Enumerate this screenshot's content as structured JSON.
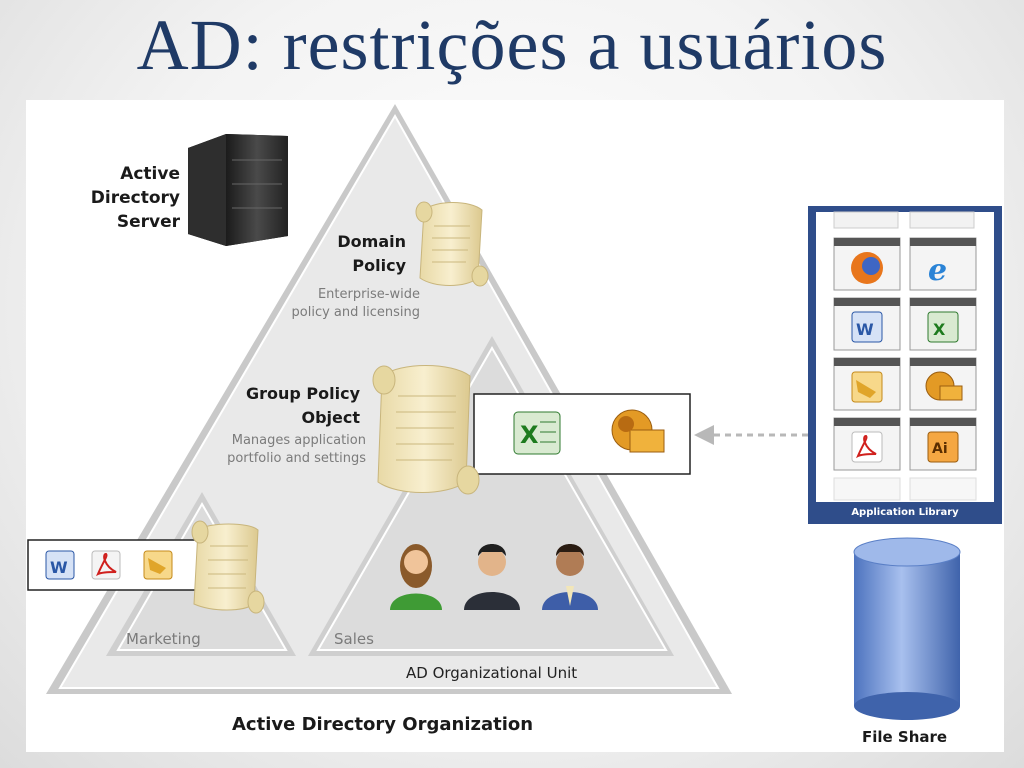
{
  "slide": {
    "title": "AD: restrições a usuários"
  },
  "server": {
    "label_line1": "Active Directory",
    "label_line2": "Server"
  },
  "domain_policy": {
    "title_line1": "Domain",
    "title_line2": "Policy",
    "desc_line1": "Enterprise-wide",
    "desc_line2": "policy and licensing"
  },
  "gpo": {
    "title_line1": "Group Policy",
    "title_line2": "Object",
    "desc_line1": "Manages application",
    "desc_line2": "portfolio and settings"
  },
  "units": {
    "marketing": "Marketing",
    "sales": "Sales",
    "ou": "AD Organizational Unit"
  },
  "organization": {
    "label": "Active Directory Organization"
  },
  "library": {
    "title": "Application Library",
    "apps": [
      "firefox-icon",
      "ie-icon",
      "word-icon",
      "excel-icon",
      "outlook-icon",
      "photo-app-icon",
      "acrobat-icon",
      "illustrator-icon"
    ],
    "illustrator_glyph": "Ai"
  },
  "storage": {
    "label": "File Share"
  },
  "gpo_apps": [
    "excel-icon",
    "photo-app-icon"
  ],
  "marketing_apps": [
    "word-icon",
    "acrobat-icon",
    "outlook-icon"
  ],
  "colors": {
    "title": "#1f3a66",
    "library_frame": "#2f4d8a",
    "cylinder": "#6f93d6"
  }
}
